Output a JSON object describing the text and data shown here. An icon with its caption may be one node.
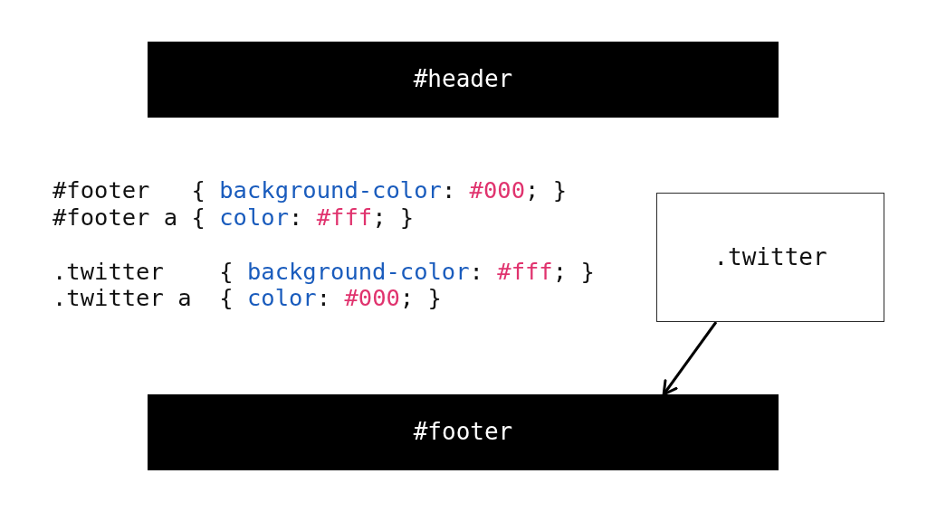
{
  "diagram": {
    "nodes": [
      {
        "text": [
          "#header"
        ]
      },
      {
        "text": [
          ".twitter"
        ]
      },
      {
        "text": [
          "#footer"
        ]
      }
    ],
    "edges": [
      {
        "from": 1,
        "to": 2,
        "arrow": "to"
      }
    ],
    "labels": [
      "#footer   { background-color: #000; }",
      "#footer a { color: #fff; }",
      ".twitter    { background-color: #fff; }",
      ".twitter a  { color: #000; }"
    ]
  }
}
